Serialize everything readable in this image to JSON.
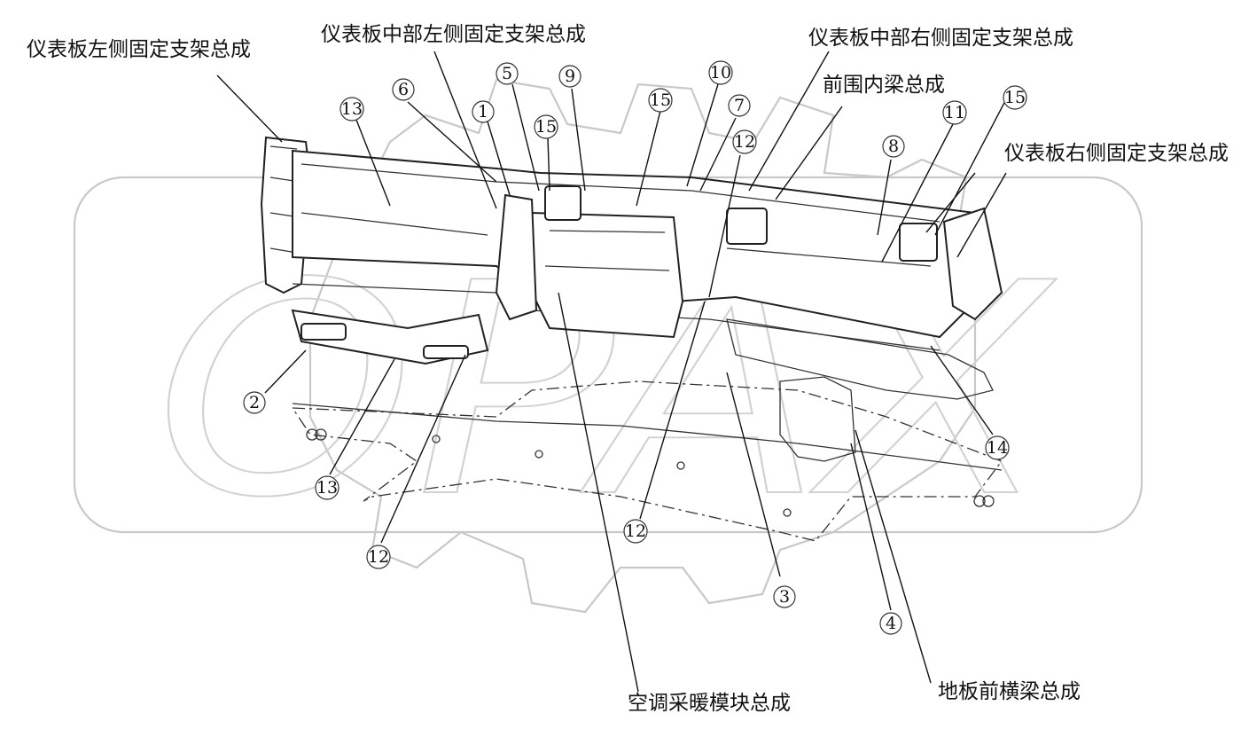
{
  "labels": {
    "left_fixed_bracket": "仪表板左侧固定支架总成",
    "mid_left_fixed_bracket": "仪表板中部左侧固定支架总成",
    "mid_right_fixed_bracket": "仪表板中部右侧固定支架总成",
    "front_inner_beam": "前围内梁总成",
    "right_fixed_bracket": "仪表板右侧固定支架总成",
    "hvac_module": "空调采暖模块总成",
    "floor_front_crossbeam": "地板前横梁总成"
  },
  "callouts": [
    {
      "id": "c1",
      "number": "1"
    },
    {
      "id": "c2",
      "number": "2"
    },
    {
      "id": "c3",
      "number": "3"
    },
    {
      "id": "c4",
      "number": "4"
    },
    {
      "id": "c5",
      "number": "5"
    },
    {
      "id": "c6",
      "number": "6"
    },
    {
      "id": "c7",
      "number": "7"
    },
    {
      "id": "c8",
      "number": "8"
    },
    {
      "id": "c9",
      "number": "9"
    },
    {
      "id": "c10",
      "number": "10"
    },
    {
      "id": "c11",
      "number": "11"
    },
    {
      "id": "c12a",
      "number": "12"
    },
    {
      "id": "c12b",
      "number": "12"
    },
    {
      "id": "c12c",
      "number": "12"
    },
    {
      "id": "c13a",
      "number": "13"
    },
    {
      "id": "c13b",
      "number": "13"
    },
    {
      "id": "c14",
      "number": "14"
    },
    {
      "id": "c15a",
      "number": "15"
    },
    {
      "id": "c15b",
      "number": "15"
    },
    {
      "id": "c15c",
      "number": "15"
    }
  ],
  "watermark": {
    "text": "OPAX"
  }
}
